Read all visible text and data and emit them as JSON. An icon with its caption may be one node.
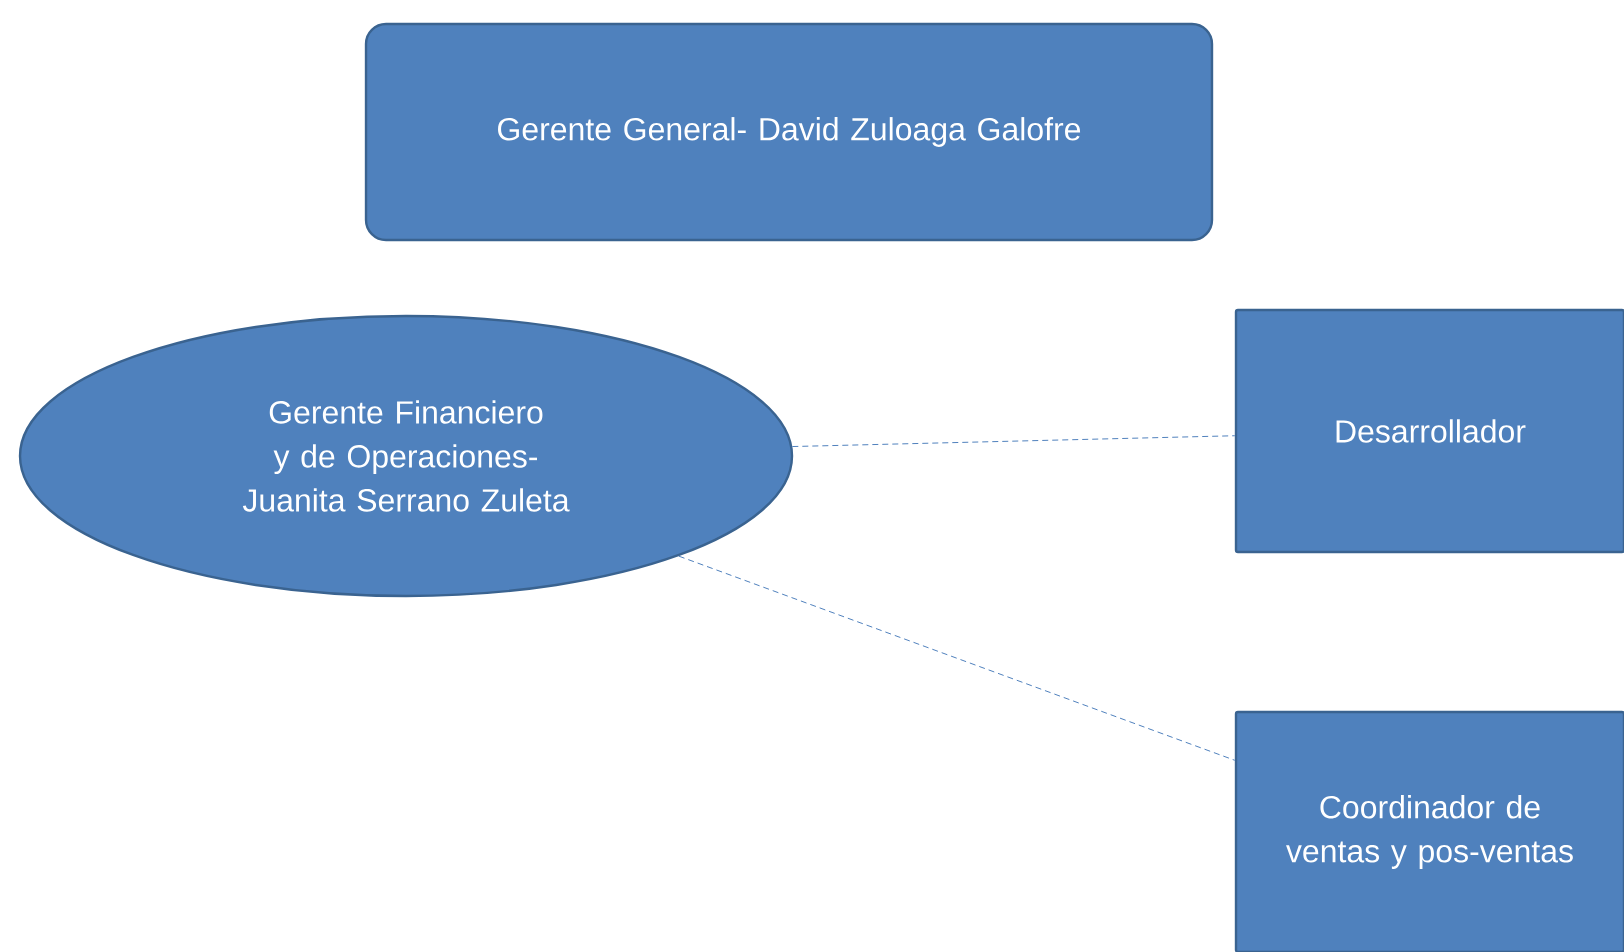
{
  "diagram": {
    "nodes": [
      {
        "text": [
          "Gerente General- David Zuloaga Galofre"
        ]
      },
      {
        "text": [
          "Gerente Financiero y de Operaciones- Juanita Serrano Zuleta"
        ]
      },
      {
        "text": [
          "Desarrollador"
        ]
      },
      {
        "text": [
          "Coordinador de ventas y pos-ventas"
        ]
      }
    ],
    "edges": [
      {
        "from": 1,
        "to": 2,
        "arrow": "none",
        "style": "dashed"
      },
      {
        "from": 1,
        "to": 3,
        "arrow": "none",
        "style": "dashed"
      }
    ]
  }
}
